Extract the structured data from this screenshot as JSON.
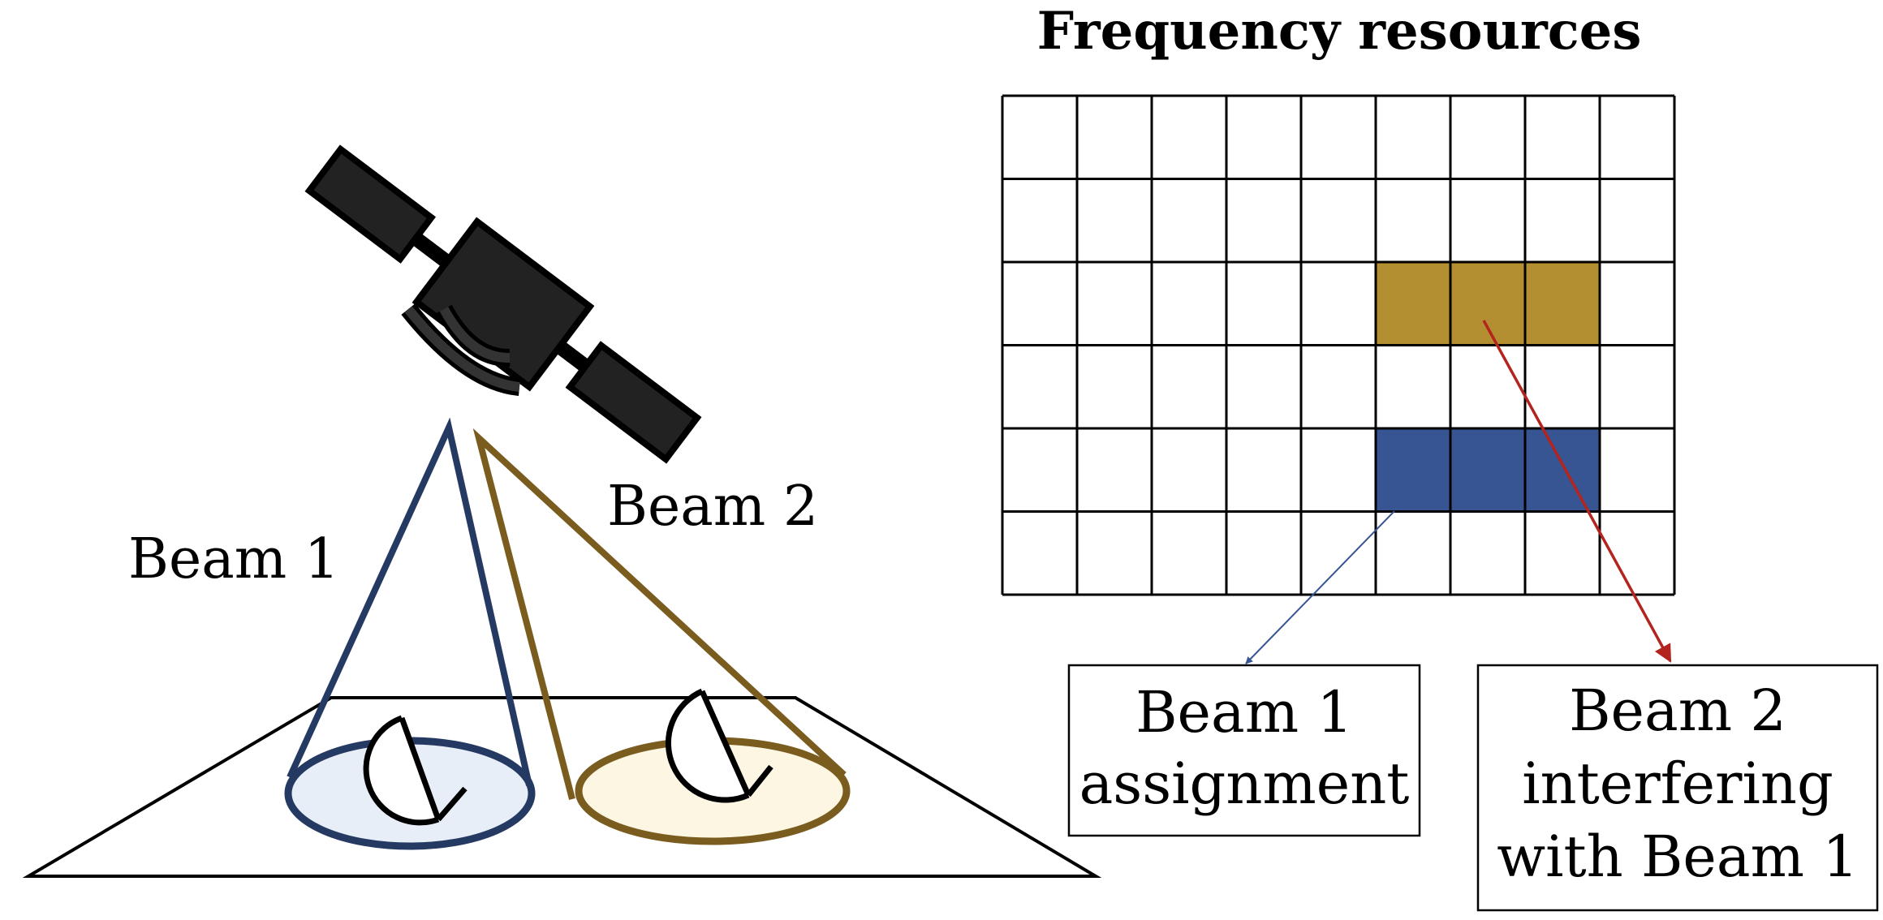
{
  "title": "Frequency resources",
  "beams": [
    {
      "label": "Beam 1",
      "stroke": "#253A63",
      "fill": "#E8EEF8"
    },
    {
      "label": "Beam 2",
      "stroke": "#7A5C1E",
      "fill": "#FDF6E3"
    }
  ],
  "grid": {
    "rows": 6,
    "cols": 9,
    "allocations": [
      {
        "beam": "Beam 2",
        "row": 2,
        "col_start": 5,
        "col_end": 7,
        "color": "#B48F31"
      },
      {
        "beam": "Beam 1",
        "row": 4,
        "col_start": 5,
        "col_end": 7,
        "color": "#375593"
      }
    ]
  },
  "boxes": [
    {
      "lines": [
        "Beam 1",
        "assignment"
      ],
      "arrow_color": "#375593"
    },
    {
      "lines": [
        "Beam 2",
        "interfering",
        "with Beam 1"
      ],
      "arrow_color": "#B3241E"
    }
  ],
  "icons": {
    "satellite": "satellite-icon",
    "signal": "signal-waves-icon",
    "dish": "satellite-dish-icon"
  },
  "colors": {
    "satellite": "#222222",
    "outline": "#000000"
  }
}
